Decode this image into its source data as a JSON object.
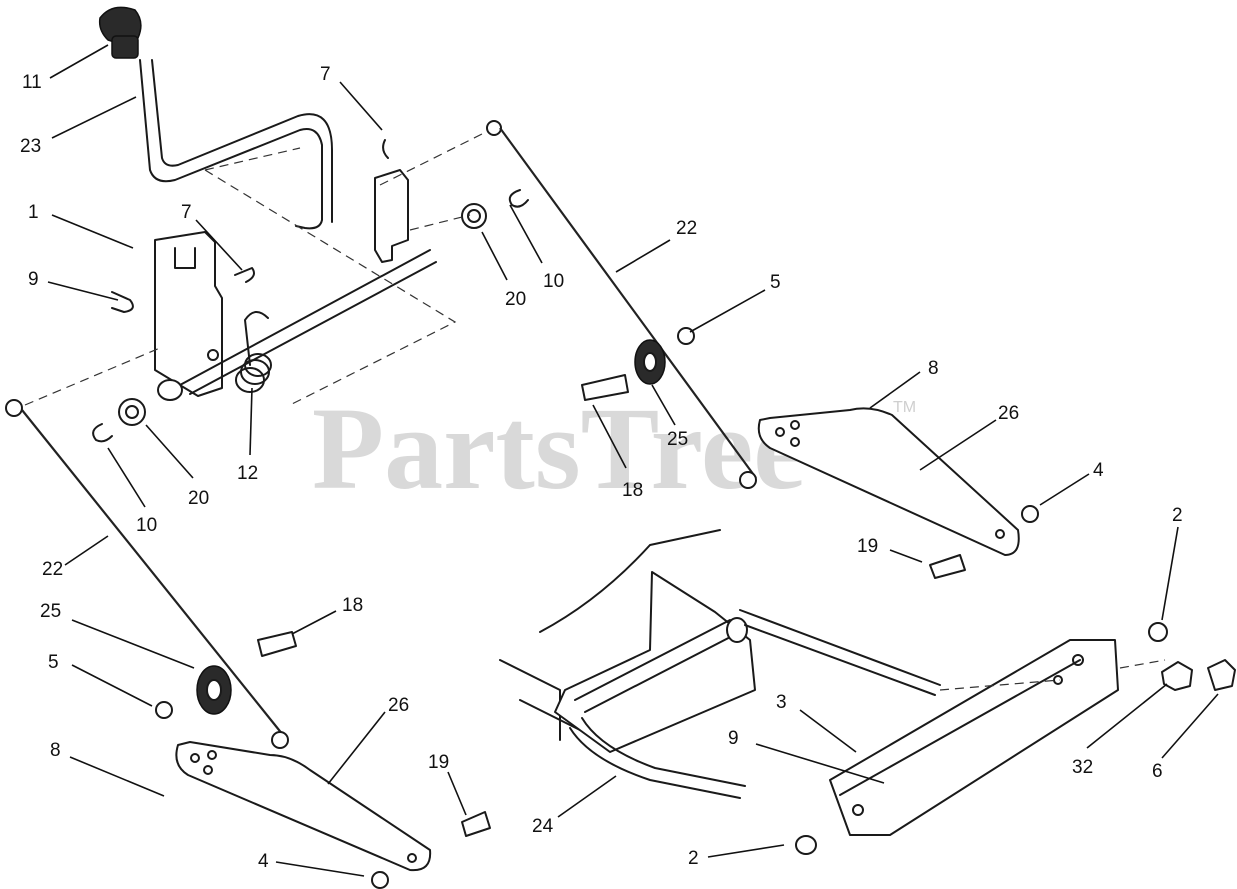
{
  "watermark": {
    "brand": "PartsTree",
    "trademark": "TM"
  },
  "callouts": [
    {
      "label": "11"
    },
    {
      "label": "23"
    },
    {
      "label": "7"
    },
    {
      "label": "1"
    },
    {
      "label": "7"
    },
    {
      "label": "9"
    },
    {
      "label": "22"
    },
    {
      "label": "20"
    },
    {
      "label": "10"
    },
    {
      "label": "5"
    },
    {
      "label": "8"
    },
    {
      "label": "26"
    },
    {
      "label": "12"
    },
    {
      "label": "10"
    },
    {
      "label": "20"
    },
    {
      "label": "18"
    },
    {
      "label": "25"
    },
    {
      "label": "4"
    },
    {
      "label": "19"
    },
    {
      "label": "22"
    },
    {
      "label": "25"
    },
    {
      "label": "18"
    },
    {
      "label": "5"
    },
    {
      "label": "26"
    },
    {
      "label": "8"
    },
    {
      "label": "19"
    },
    {
      "label": "4"
    },
    {
      "label": "2"
    },
    {
      "label": "3"
    },
    {
      "label": "9"
    },
    {
      "label": "32"
    },
    {
      "label": "6"
    },
    {
      "label": "24"
    },
    {
      "label": "2"
    }
  ]
}
